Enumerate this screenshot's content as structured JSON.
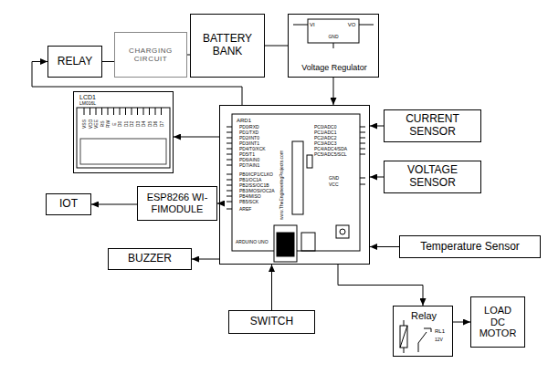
{
  "diagram": {
    "nodes": [
      {
        "text": [
          "RELAY"
        ]
      },
      {
        "text": [
          "CHARGING CIRCUIT"
        ]
      },
      {
        "text": [
          "BATTERY BANK"
        ]
      },
      {
        "text": [
          "Voltage Regulator"
        ]
      },
      {
        "text": [
          "LCD1",
          "LM016L"
        ]
      },
      {
        "text": [
          "ARD1"
        ]
      },
      {
        "text": [
          "CURRENT SENSOR"
        ]
      },
      {
        "text": [
          "VOLTAGE SENSOR"
        ]
      },
      {
        "text": [
          "Temperature Sensor"
        ]
      },
      {
        "text": [
          "ESP8266 WI-FIMODULE"
        ]
      },
      {
        "text": [
          "IOT"
        ]
      },
      {
        "text": [
          "BUZZER"
        ]
      },
      {
        "text": [
          "SWITCH"
        ]
      },
      {
        "text": [
          "Relay"
        ]
      },
      {
        "text": [
          "LOAD DC MOTOR"
        ]
      }
    ],
    "edges": [
      {
        "from": 0,
        "to": 1,
        "arrow": "none"
      },
      {
        "from": 1,
        "to": 2,
        "arrow": "none"
      },
      {
        "from": 2,
        "to": 3,
        "arrow": "none"
      },
      {
        "from": 3,
        "to": 5,
        "arrow": "to"
      },
      {
        "from": 5,
        "to": 0,
        "arrow": "to"
      },
      {
        "from": 5,
        "to": 4,
        "arrow": "to"
      },
      {
        "from": 6,
        "to": 5,
        "arrow": "to"
      },
      {
        "from": 7,
        "to": 5,
        "arrow": "to"
      },
      {
        "from": 8,
        "to": 5,
        "arrow": "to"
      },
      {
        "from": 5,
        "to": 9,
        "arrow": "to"
      },
      {
        "from": 9,
        "to": 10,
        "arrow": "to"
      },
      {
        "from": 5,
        "to": 11,
        "arrow": "to"
      },
      {
        "from": 12,
        "to": 5,
        "arrow": "to"
      },
      {
        "from": 5,
        "to": 13,
        "arrow": "to"
      },
      {
        "from": 13,
        "to": 14,
        "arrow": "to"
      }
    ],
    "labels": [
      "VSS",
      "VDD",
      "VEE",
      "RS",
      "RW",
      "E",
      "D0",
      "D1",
      "D2",
      "D3",
      "D4",
      "D5",
      "D6",
      "D7",
      "VI",
      "VO",
      "GND",
      "PD0/RXD",
      "PD1/TXD",
      "PD2/INT0",
      "PD3/INT1",
      "PD4/T0/XCK",
      "PD5/T1",
      "PD6/AIN0",
      "PD7/AIN1",
      "PB0/ICP1/CLKO",
      "PB1/OC1A",
      "PB2/SS/OC1B",
      "PB3/MOSI/OC2A",
      "PB4/MISO",
      "PB5/SCK",
      "AREF",
      "PC0/ADC0",
      "PC1/ADC1",
      "PC2/ADC2",
      "PC3/ADC3",
      "PC4/ADC4/SDA",
      "PC5/ADC5/SCL",
      "GND",
      "VCC",
      "www.TheEngineeringProjects.com",
      "ARDUINO UNO",
      "RL1",
      "12V"
    ]
  }
}
